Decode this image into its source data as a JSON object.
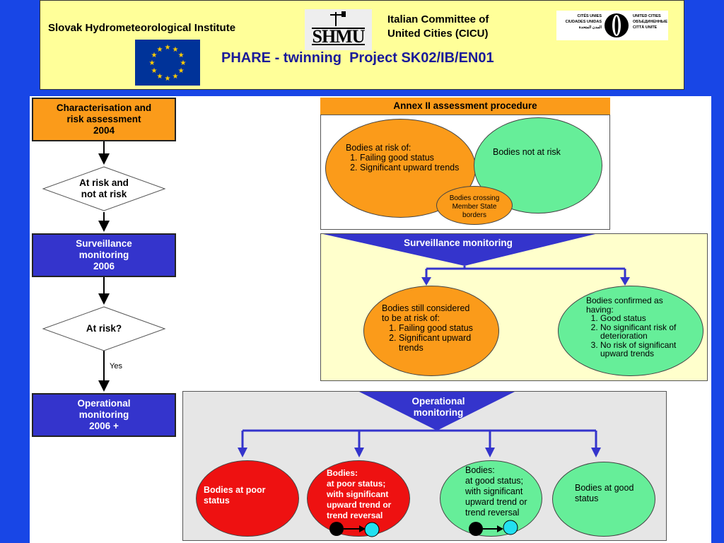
{
  "header": {
    "institute": "Slovak Hydrometeorological Institute",
    "shmu_logo": "SHMU",
    "committee_line1": "Italian Committee of",
    "committee_line2": "United Cities (CICU)",
    "project_title": "PHARE - twinning  Project SK02/IB/EN01",
    "uc_logo_left": [
      "CITÉS UNIES",
      "CIUDADES UNIDAS",
      "المدن المتحدة"
    ],
    "uc_logo_right": [
      "UNITED CITIES",
      "ОБЪЕДИНЕННЫЕ",
      "CITTÀ UNITE"
    ]
  },
  "flow": {
    "box1": "Characterisation and\nrisk assessment\n2004",
    "diamond1": "At risk and\nnot at risk",
    "box2": "Surveillance\nmonitoring\n2006",
    "diamond2": "At risk?",
    "yes": "Yes",
    "box3": "Operational\nmonitoring\n2006 +"
  },
  "annex": {
    "title": "Annex II assessment procedure",
    "at_risk_heading": "Bodies at risk of:",
    "at_risk_items": [
      "Failing good status",
      "Significant upward trends"
    ],
    "not_at_risk": "Bodies not at risk",
    "crossing": "Bodies crossing\nMember State\nborders"
  },
  "surveillance": {
    "title": "Surveillance monitoring",
    "still_heading": "Bodies still considered\nto be at risk of:",
    "still_items": [
      "Failing good status",
      "Significant upward trends"
    ],
    "confirmed_heading": "Bodies confirmed as\nhaving:",
    "confirmed_items": [
      "Good status",
      "No significant risk of deterioration",
      "No risk of significant upward trends"
    ]
  },
  "operational": {
    "title": "Operational\nmonitoring",
    "poor": "Bodies at poor\nstatus",
    "poor_trend": "Bodies:\nat poor status;\nwith significant\nupward trend or\ntrend reversal",
    "good_trend": "Bodies:\nat good status;\nwith significant\nupward trend or\ntrend reversal",
    "good": "Bodies at good\nstatus"
  },
  "colors": {
    "background": "#1846e6",
    "orange": "#fb9b1a",
    "blue_box": "#3434cc",
    "green": "#66ee99",
    "red": "#ee1111",
    "header": "#ffff99"
  }
}
